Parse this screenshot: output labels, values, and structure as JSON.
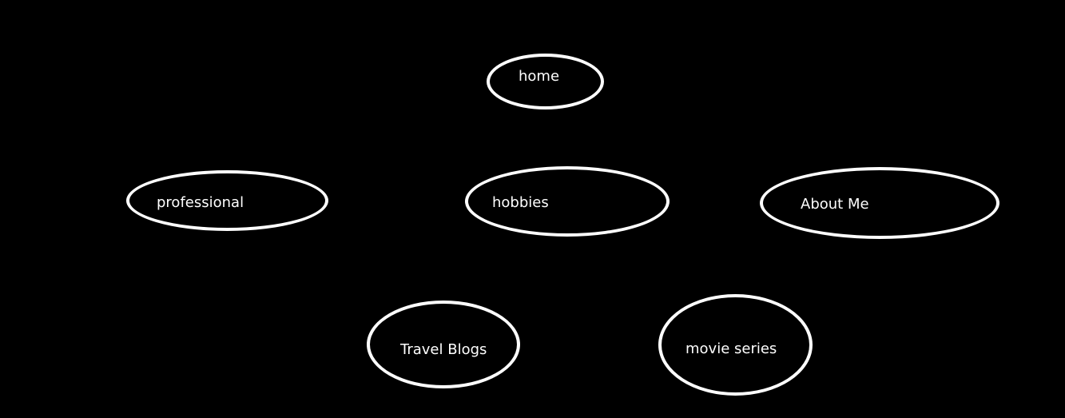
{
  "nodes": {
    "home": "home",
    "professional": "professional",
    "hobbies": "hobbies",
    "about": "About Me",
    "travel": "Travel Blogs",
    "movies": "movie series"
  },
  "colors": {
    "background": "#000000",
    "stroke": "#ffffff",
    "text": "#ffffff"
  }
}
